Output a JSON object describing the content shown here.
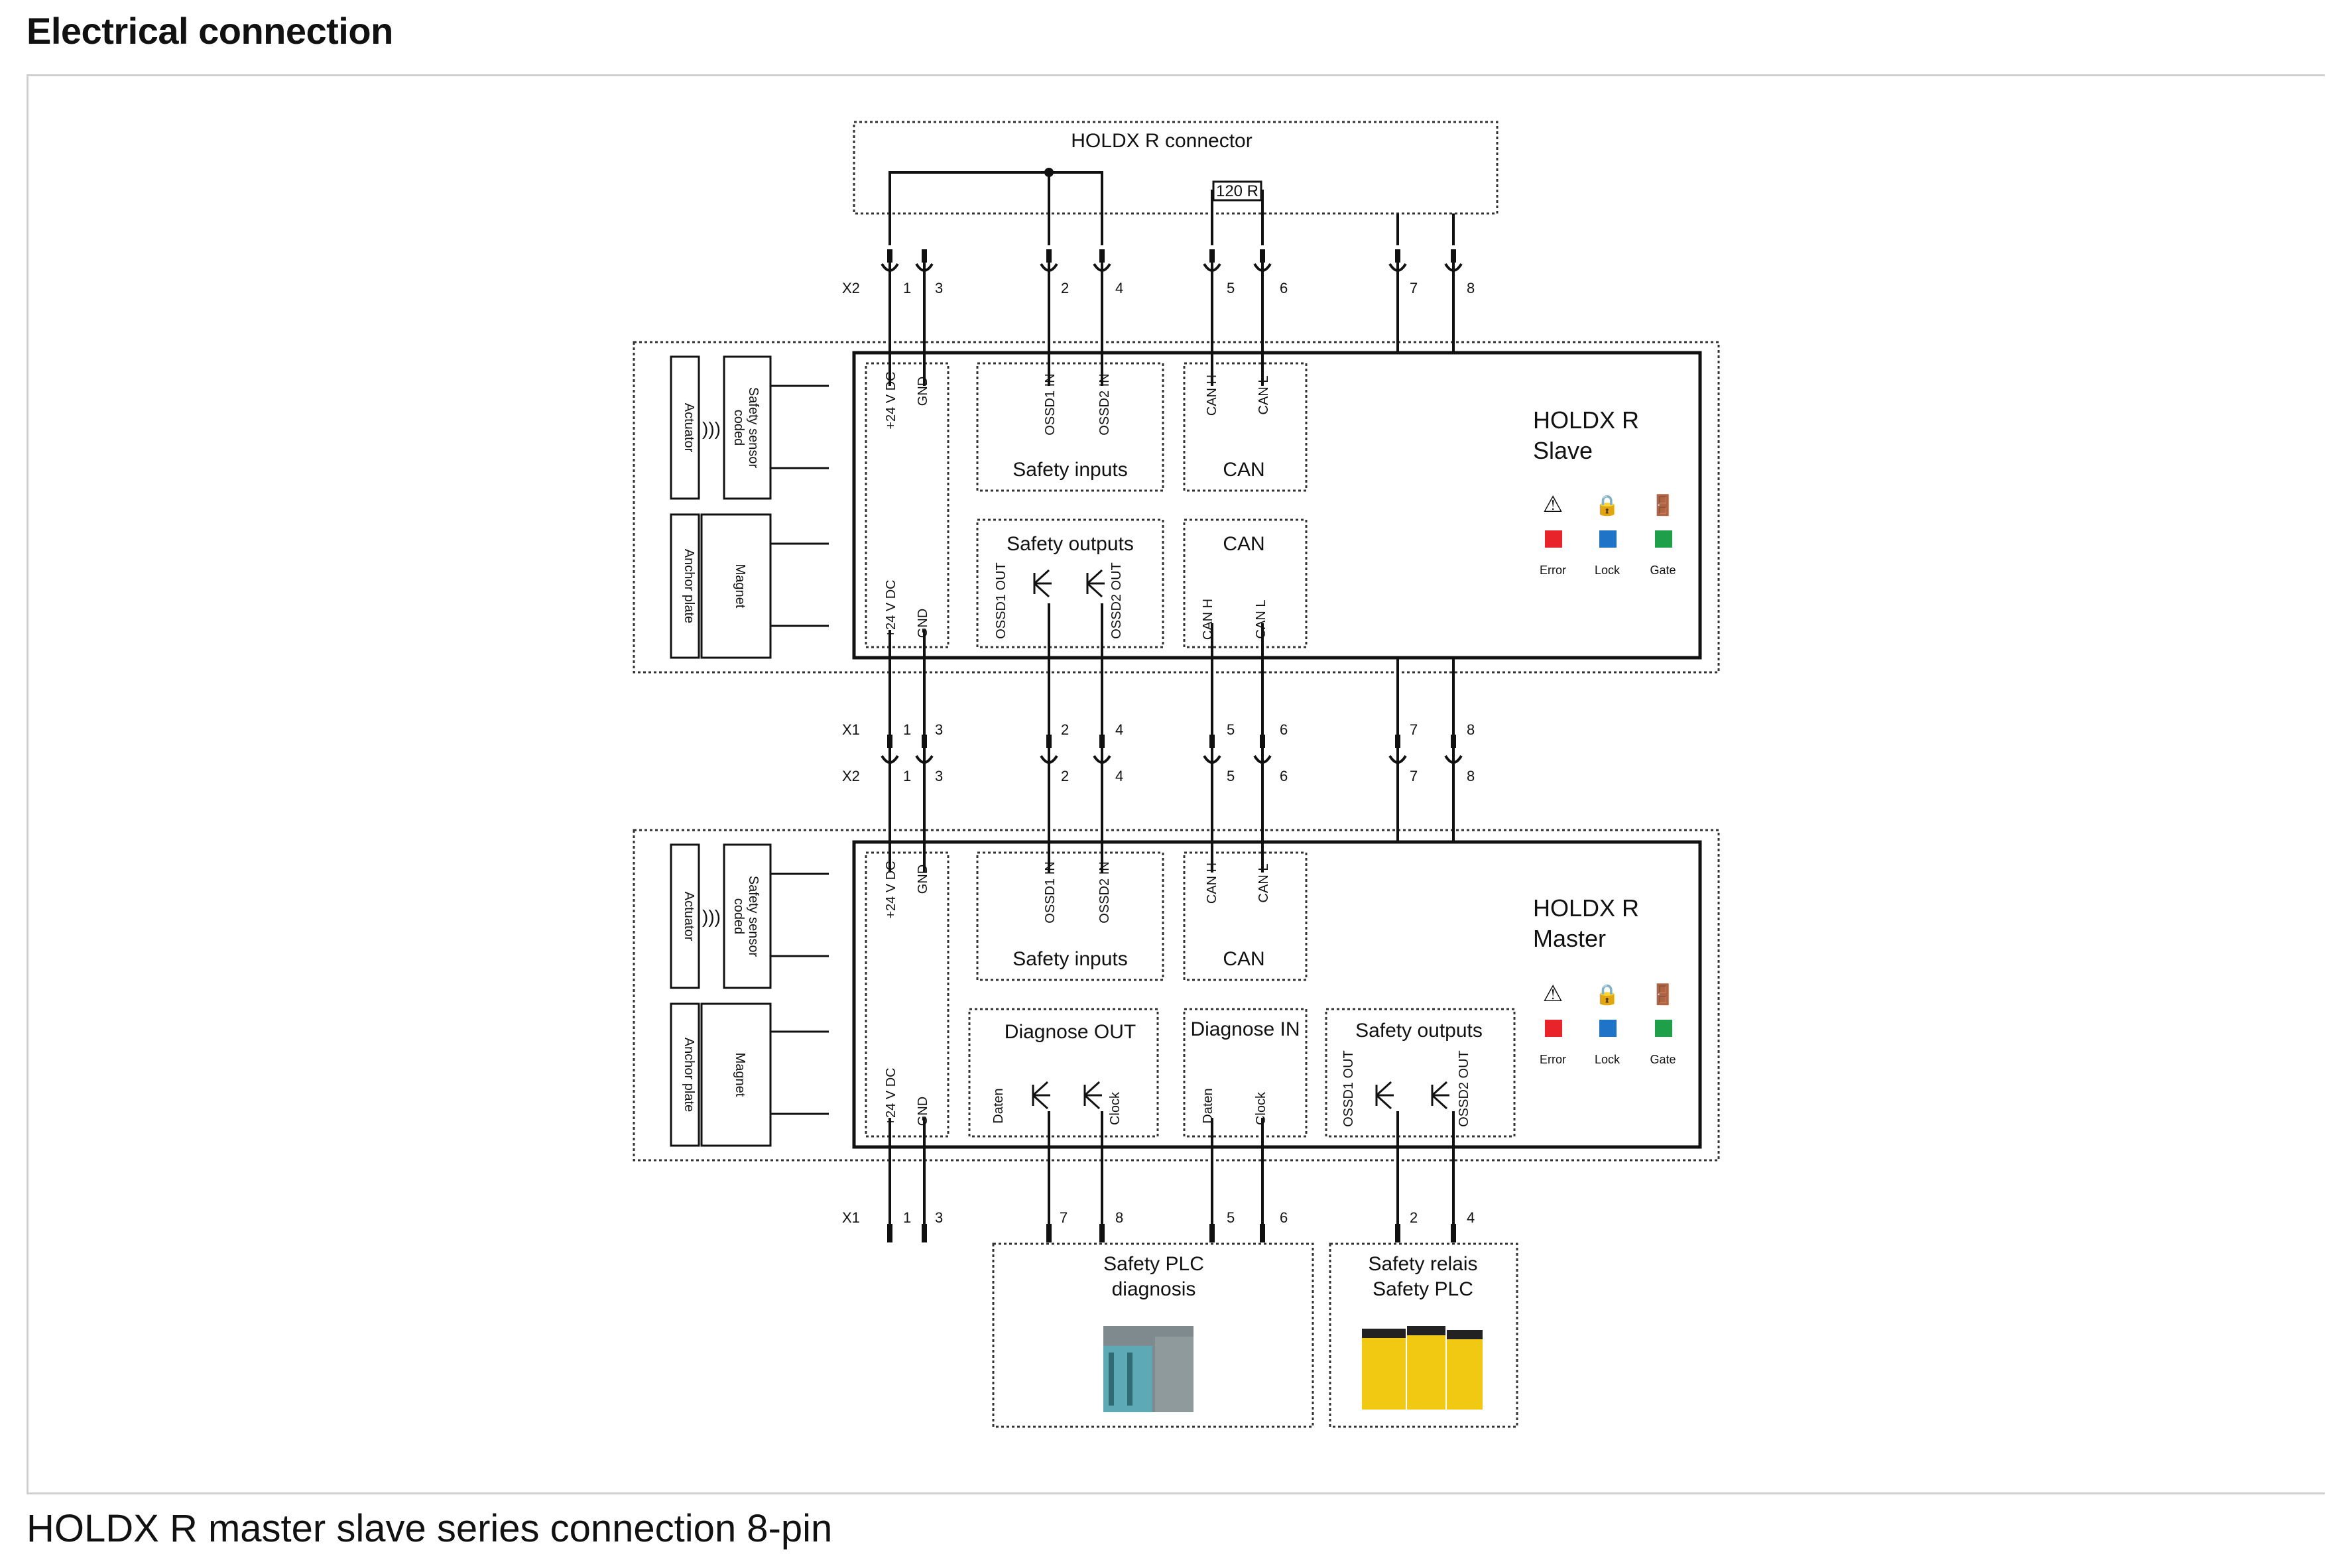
{
  "header": {
    "title": "Electrical connection"
  },
  "caption": "HOLDX R master slave series connection 8-pin",
  "diagram": {
    "connector_box": {
      "title": "HOLDX R connector",
      "resistor": "120 R"
    },
    "connector_labels": {
      "x2": "X2",
      "x1": "X1"
    },
    "pins_top": [
      "1",
      "3",
      "2",
      "4",
      "5",
      "6",
      "7",
      "8"
    ],
    "pins_master_out": {
      "supply": [
        "1",
        "3"
      ],
      "diag": [
        "7",
        "8",
        "5",
        "6"
      ],
      "relay": [
        "2",
        "4"
      ]
    },
    "slave": {
      "name_line1": "HOLDX R",
      "name_line2": "Slave",
      "side_left": [
        "Actuator",
        "Anchor plate"
      ],
      "side_right": [
        "Safety sensor",
        "coded",
        "Magnet"
      ],
      "supply_labels": [
        "+24 V DC",
        "GND",
        "+24 V DC",
        "GND"
      ],
      "safety_inputs": {
        "title": "Safety inputs",
        "pins": [
          "OSSD1 IN",
          "OSSD2 IN"
        ]
      },
      "can_top": {
        "title": "CAN",
        "pins": [
          "CAN H",
          "CAN L"
        ]
      },
      "safety_outputs": {
        "title": "Safety outputs",
        "pins": [
          "OSSD1 OUT",
          "OSSD2 OUT"
        ]
      },
      "can_bottom": {
        "title": "CAN",
        "pins": [
          "CAN H",
          "CAN L"
        ]
      }
    },
    "master": {
      "name_line1": "HOLDX R",
      "name_line2": "Master",
      "side_left": [
        "Actuator",
        "Anchor plate"
      ],
      "side_right": [
        "Safety sensor",
        "coded",
        "Magnet"
      ],
      "supply_labels": [
        "+24 V DC",
        "GND",
        "+24 V DC",
        "GND"
      ],
      "safety_inputs": {
        "title": "Safety inputs",
        "pins": [
          "OSSD1 IN",
          "OSSD2 IN"
        ]
      },
      "can_top": {
        "title": "CAN",
        "pins": [
          "CAN H",
          "CAN L"
        ]
      },
      "diagnose_out": {
        "title": "Diagnose OUT",
        "pins": [
          "Daten",
          "Clock"
        ]
      },
      "diagnose_in": {
        "title": "Diagnose IN",
        "pins": [
          "Daten",
          "Clock"
        ]
      },
      "safety_outputs": {
        "title": "Safety outputs",
        "pins": [
          "OSSD1 OUT",
          "OSSD2 OUT"
        ]
      }
    },
    "status_leds": [
      {
        "label": "Error",
        "icon": "warning-icon",
        "color": "#e8232a"
      },
      {
        "label": "Lock",
        "icon": "lock-icon",
        "color": "#1f74c8"
      },
      {
        "label": "Gate",
        "icon": "door-icon",
        "color": "#1ea04a"
      }
    ],
    "targets": {
      "plc_diag": [
        "Safety PLC",
        "diagnosis"
      ],
      "relay": [
        "Safety relais",
        "Safety PLC"
      ]
    }
  }
}
